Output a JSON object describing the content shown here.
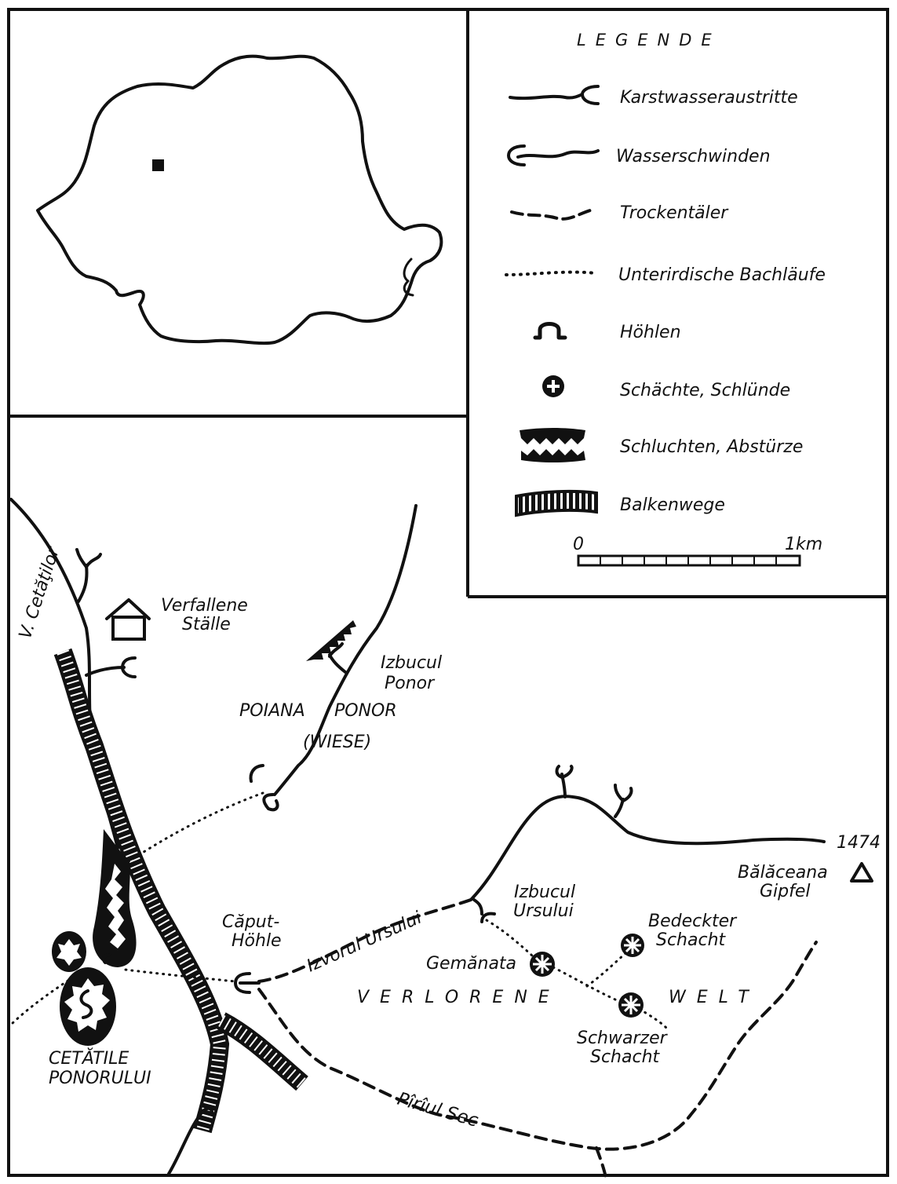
{
  "legend": {
    "title": "LEGENDE",
    "items": [
      {
        "symbol": "karst-spring-icon",
        "label": "Karstwasseraustritte"
      },
      {
        "symbol": "sinkhole-water-icon",
        "label": "Wasserschwinden"
      },
      {
        "symbol": "dry-valley-icon",
        "label": "Trockentäler"
      },
      {
        "symbol": "underground-stream-icon",
        "label": "Unterirdische Bachläufe"
      },
      {
        "symbol": "cave-icon",
        "label": "Höhlen"
      },
      {
        "symbol": "shaft-icon",
        "label": "Schächte, Schlünde"
      },
      {
        "symbol": "gorge-icon",
        "label": "Schluchten, Abstürze"
      },
      {
        "symbol": "beam-path-icon",
        "label": "Balkenwege"
      }
    ],
    "scale": {
      "start": "0",
      "end": "1km"
    }
  },
  "places": {
    "valley_label": "V. Cetăţilor",
    "stables_line1": "Verfallene",
    "stables_line2": "Ställe",
    "izbucul_ponor_line1": "Izbucul",
    "izbucul_ponor_line2": "Ponor",
    "poiana": "POIANA",
    "ponor": "PONOR",
    "wiese": "(WIESE)",
    "peak_elevation": "1474",
    "peak_line1": "Bălăceana",
    "peak_line2": "Gipfel",
    "izbucul_ursului_line1": "Izbucul",
    "izbucul_ursului_line2": "Ursului",
    "izvorul_ursului": "Izvorul Ursului",
    "caput_line1": "Căput-",
    "caput_line2": "Höhle",
    "bedeckter_line1": "Bedeckter",
    "bedeckter_line2": "Schacht",
    "gemanata": "Gemănata",
    "verlorene": "VERLORENE",
    "welt": "WELT",
    "schwarzer_line1": "Schwarzer",
    "schwarzer_line2": "Schacht",
    "cetatile_line1": "CETĂTILE",
    "cetatile_line2": "PONORULUI",
    "piriul_sec": "Pîrîul Sec"
  },
  "colors": {
    "ink": "#111111",
    "paper": "#ffffff"
  }
}
